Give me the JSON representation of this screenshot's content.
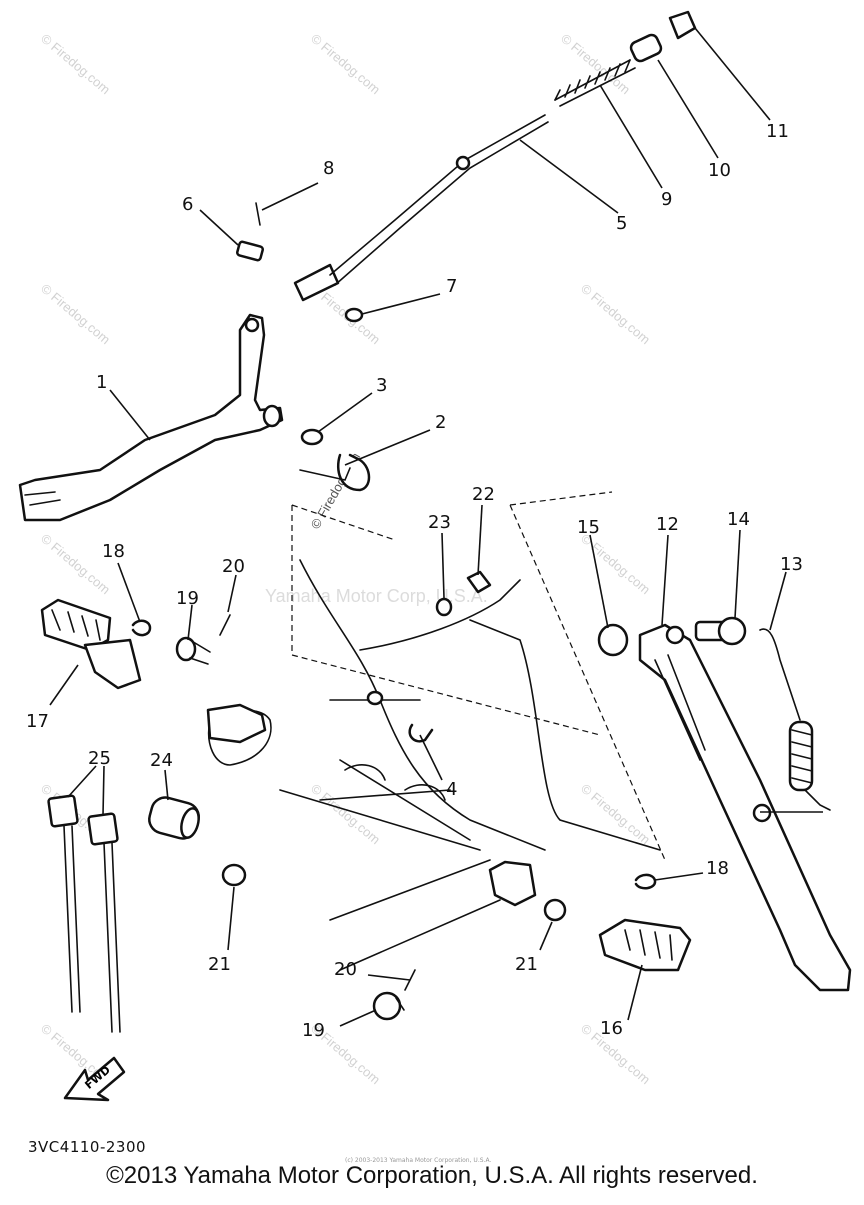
{
  "diagram": {
    "callouts": [
      {
        "id": "c1",
        "text": "1"
      },
      {
        "id": "c2",
        "text": "2"
      },
      {
        "id": "c3",
        "text": "3"
      },
      {
        "id": "c4",
        "text": "4"
      },
      {
        "id": "c5",
        "text": "5"
      },
      {
        "id": "c6",
        "text": "6"
      },
      {
        "id": "c7",
        "text": "7"
      },
      {
        "id": "c8",
        "text": "8"
      },
      {
        "id": "c9",
        "text": "9"
      },
      {
        "id": "c10",
        "text": "10"
      },
      {
        "id": "c11",
        "text": "11"
      },
      {
        "id": "c12",
        "text": "12"
      },
      {
        "id": "c13",
        "text": "13"
      },
      {
        "id": "c14",
        "text": "14"
      },
      {
        "id": "c15",
        "text": "15"
      },
      {
        "id": "c16",
        "text": "16"
      },
      {
        "id": "c17",
        "text": "17"
      },
      {
        "id": "c18a",
        "text": "18"
      },
      {
        "id": "c18b",
        "text": "18"
      },
      {
        "id": "c19a",
        "text": "19"
      },
      {
        "id": "c19b",
        "text": "19"
      },
      {
        "id": "c20a",
        "text": "20"
      },
      {
        "id": "c20b",
        "text": "20"
      },
      {
        "id": "c21a",
        "text": "21"
      },
      {
        "id": "c21b",
        "text": "21"
      },
      {
        "id": "c22",
        "text": "22"
      },
      {
        "id": "c23",
        "text": "23"
      },
      {
        "id": "c24",
        "text": "24"
      },
      {
        "id": "c25",
        "text": "25"
      }
    ],
    "fwd_label": "FWD",
    "diagram_code": "3VC4110-2300",
    "watermark": "© Firedog.com",
    "watermark_center": "Yamaha Motor Corp, U.S.A.",
    "tiny_copyright": "(c) 2003-2013 Yamaha Motor Corporation, U.S.A.",
    "copyright": "©2013 Yamaha Motor Corporation, U.S.A. All rights reserved."
  }
}
